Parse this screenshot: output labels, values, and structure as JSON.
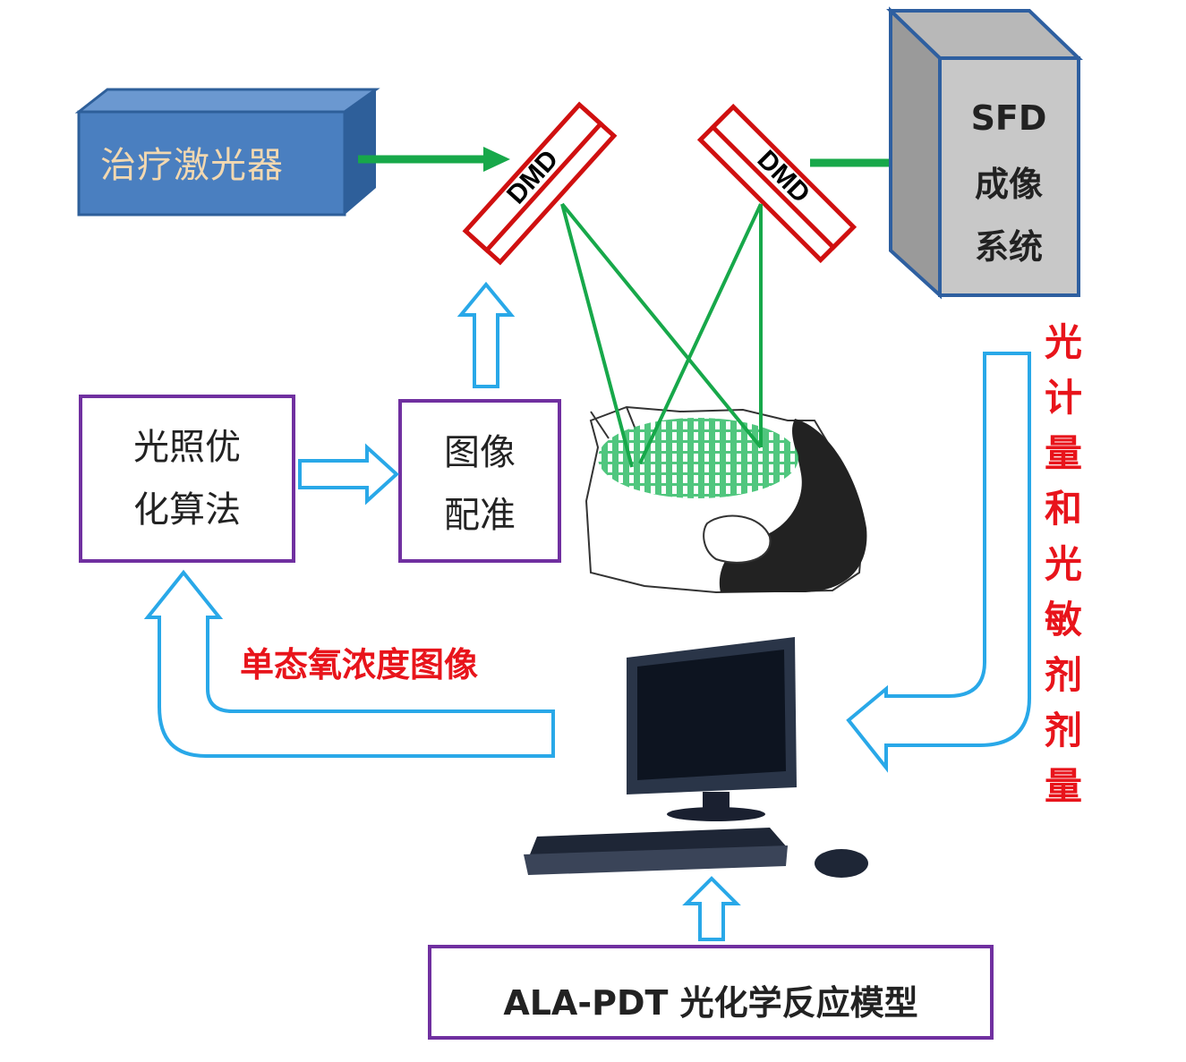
{
  "laser": {
    "label": "治疗激光器"
  },
  "dmd1": {
    "label": "DMD"
  },
  "dmd2": {
    "label": "DMD"
  },
  "sfd": {
    "line1": "SFD",
    "line2": "成像",
    "line3": "系统"
  },
  "box_optimization": {
    "line1": "光照优",
    "line2": "化算法"
  },
  "box_registration": {
    "line1": "图像",
    "line2": "配准"
  },
  "singlet_oxygen_label": "单态氧浓度图像",
  "dose_label": [
    "光",
    "计",
    "量",
    "和",
    "光",
    "敏",
    "剂",
    "剂",
    "量"
  ],
  "model_box": {
    "label": "ALA-PDT 光化学反应模型"
  },
  "colors": {
    "laser": "#4a7fc0",
    "beam": "#17a84a",
    "dmd": "#d01010",
    "box_border": "#7030a0",
    "flow_arrow": "#29a8e8",
    "text_red": "#e8141b",
    "sfd": "#c8c8c8"
  }
}
